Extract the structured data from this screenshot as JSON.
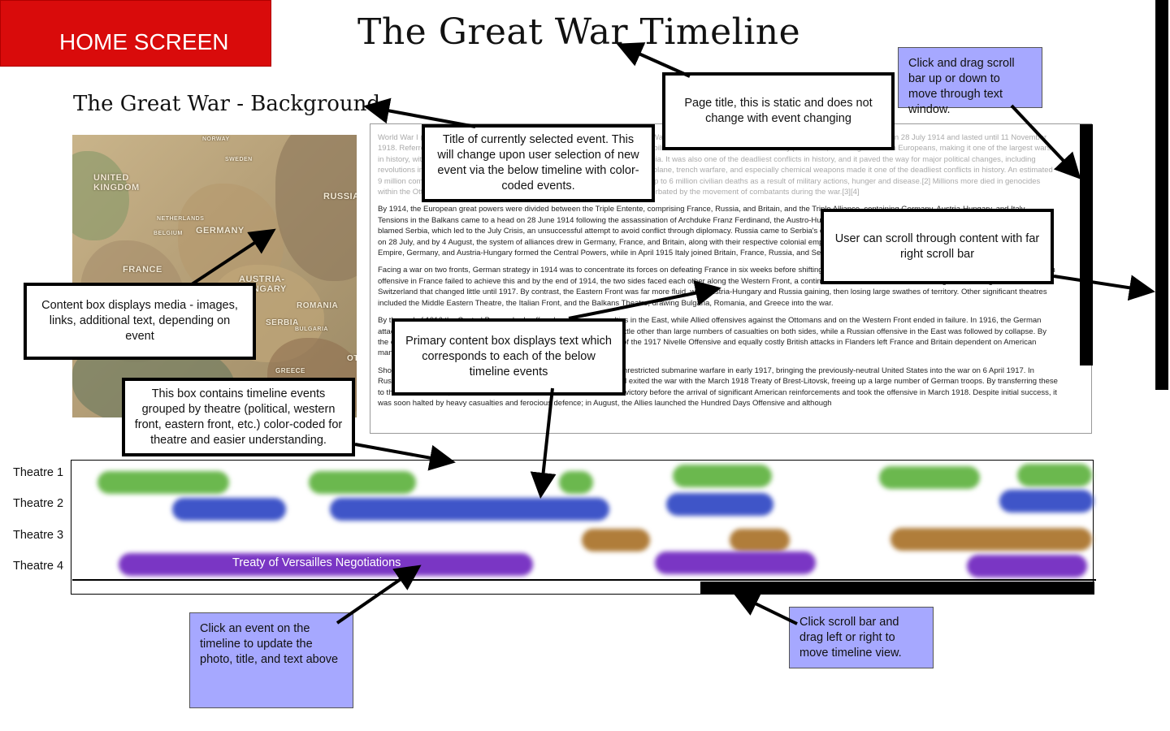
{
  "home_button": "HOME SCREEN",
  "page_title": "The Great War Timeline",
  "event_title": "The Great War - Background",
  "map": {
    "regions": [
      "UNITED KINGDOM",
      "GERMANY",
      "FRANCE",
      "AUSTRIA-HUNGARY",
      "RUSSIA",
      "NORWAY",
      "SWEDEN",
      "NETHERLANDS",
      "BELGIUM",
      "ROMANIA",
      "SERBIA",
      "BULGARIA",
      "GREECE",
      "OTTOMAN"
    ]
  },
  "content": {
    "paragraphs": [
      "World War I (often abbreviated as WWI or WW1), also known as the First World War or the Great War, was a global war centred in Europe that began on 28 July 1914 and lasted until 11 November 1918. Referred to by contemporaries as the \"war to end all wars\", it led to the mobilisation of more than 70 million military personnel, including 60 million Europeans, making it one of the largest wars in history, with fighting taking place across Europe, the Middle East, Africa and Asia. It was also one of the deadliest conflicts in history, and it paved the way for major political changes, including revolutions in many of the nations involved. Technological 'invention' on of the airplane, trench warfare, and especially chemical weapons made it one of the deadliest conflicts in history. An estimated 9 million combatants and 7 million civilians died as a result of the war, including up to 6 million civilian deaths as a result of military actions, hunger and disease.[2] Millions more died in genocides within the Ottoman Empire and in the 1918 influenza pandemic, which was exacerbated by the movement of combatants during the war.[3][4]",
      "By 1914, the European great powers were divided between the Triple Entente, comprising France, Russia, and Britain, and the Triple Alliance, containing Germany, Austria-Hungary, and Italy. Tensions in the Balkans came to a head on 28 June 1914 following the assassination of Archduke Franz Ferdinand, the Austro-Hungarian heir, by Gavrilo Princip, a Bosnian Serb. Austria-Hungary blamed Serbia, which led to the July Crisis, an unsuccessful attempt to avoid conflict through diplomacy. Russia came to Serbia's defence following Austria-Hungary's declaration of war on the latter on 28 July, and by 4 August, the system of alliances drew in Germany, France, and Britain, along with their respective colonial empires. Italy initially remained neutral. In November 1914 the Ottoman Empire, Germany, and Austria-Hungary formed the Central Powers, while in April 1915 Italy joined Britain, France, Russia, and Serbia as the Allies of World War I.",
      "Facing a war on two fronts, German strategy in 1914 was to concentrate its forces on defeating France in six weeks before shifting them to the East and knocking out Russia.[5] However, the German offensive in France failed to achieve this and by the end of 1914, the two sides faced each other along the Western Front, a continuous series of trench lines stretching from the English Channel to Switzerland that changed little until 1917. By contrast, the Eastern Front was far more fluid, with Austria-Hungary and Russia gaining, then losing large swathes of territory. Other significant theatres included the Middle Eastern Theatre, the Italian Front, and the Balkans Theatre, drawing Bulgaria, Romania, and Greece into the war.",
      "By the end of 1916 the Central Powers had suffered enormous casualties in the East, while Allied offensives against the Ottomans and on the Western Front ended in failure. In 1916, the German attack on Verdun and the Allied offensive on the Somme also achieved little other than large numbers of casualties on both sides, while a Russian offensive in the East was followed by collapse. By the end of 1916, Russia was on the verge of revolution while the failure of the 1917 Nivelle Offensive and equally costly British attacks in Flanders left France and Britain dependent on American manpower and subject to economic stress.",
      "Shortages caused by the Allied naval blockade led Germany to initiate unrestricted submarine warfare in early 1917, bringing the previously-neutral United States into the war on 6 April 1917. In Russia, the Bolsheviks seized power in the 1917 October Revolution and exited the war with the March 1918 Treaty of Brest-Litovsk, freeing up a large number of German troops. By transferring these to the Western Front, the German General Staff hoped to win a decisive victory before the arrival of significant American reinforcements and took the offensive in March 1918. Despite initial success, it was soon halted by heavy casualties and ferocious defence; in August, the Allies launched the Hundred Days Offensive and although"
    ]
  },
  "timeline": {
    "theatres": [
      "Theatre 1",
      "Theatre 2",
      "Theatre 3",
      "Theatre 4"
    ],
    "event_label": "Treaty of Versailles Negotiations",
    "colors": {
      "theatre1": "#6bb84e",
      "theatre2": "#3f55c8",
      "theatre3": "#b07d3a",
      "theatre4": "#7a36c4"
    }
  },
  "annotations": {
    "media_box": "Content box displays media - images, links, additional text, depending on event",
    "selected_title": "Title of currently selected event. This will change upon user selection of new event via the below timeline with color-coded events.",
    "page_title_note": "Page title, this is static and does not change with event changing",
    "drag_scroll": "Click and drag scroll bar up or down to move through text window.",
    "scroll_content": "User can scroll through content with far right scroll bar",
    "primary_content": "Primary content box displays text which corresponds to each of the below timeline events",
    "timeline_box": "This box contains timeline events grouped by theatre (political, western front, eastern front, etc.) color-coded for theatre and easier understanding.",
    "click_event": "Click an event on the timeline to update the photo, title, and text above",
    "timeline_scroll": "Click scroll bar and drag left or right to move timeline view."
  }
}
